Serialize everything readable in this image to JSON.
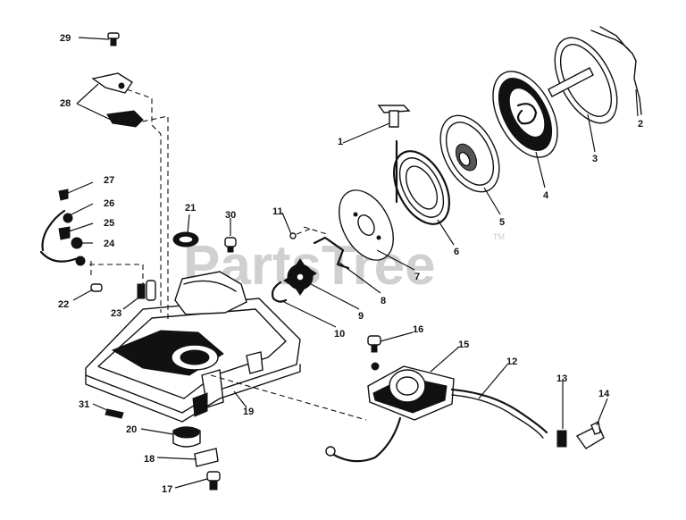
{
  "watermark": {
    "text": "PartsTree",
    "trademark": "TM"
  },
  "callouts": {
    "c1": "1",
    "c2": "2",
    "c3": "3",
    "c4": "4",
    "c5": "5",
    "c6": "6",
    "c7": "7",
    "c8": "8",
    "c9": "9",
    "c10": "10",
    "c11": "11",
    "c12": "12",
    "c13": "13",
    "c14": "14",
    "c15": "15",
    "c16": "16",
    "c17": "17",
    "c18": "18",
    "c19": "19",
    "c20": "20",
    "c21": "21",
    "c22": "22",
    "c23": "23",
    "c24": "24",
    "c25": "25",
    "c26": "26",
    "c27": "27",
    "c28": "28",
    "c29": "29",
    "c30": "30",
    "c31": "31"
  },
  "colors": {
    "ink": "#111111",
    "watermark": "#d0d0d0",
    "background": "#ffffff"
  }
}
